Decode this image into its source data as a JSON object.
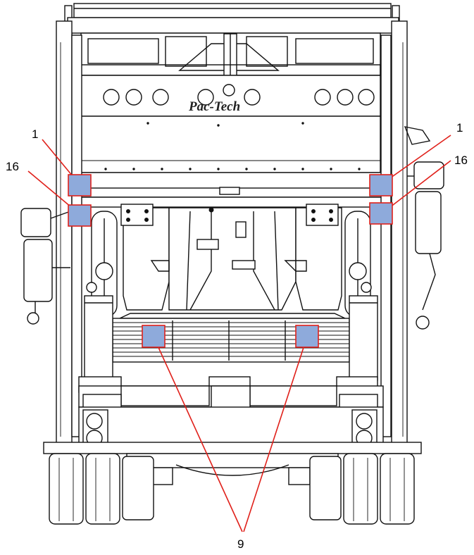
{
  "diagram": {
    "brand_logo_text": "Pac-Tech",
    "callouts": {
      "left_upper": "1",
      "right_upper": "1",
      "left_lower": "16",
      "right_lower": "16",
      "bottom": "9"
    },
    "colors": {
      "marker_fill": "#8eaadb",
      "marker_border": "#e0201a",
      "leader_line": "#e0201a",
      "line_art": "#111111"
    }
  }
}
